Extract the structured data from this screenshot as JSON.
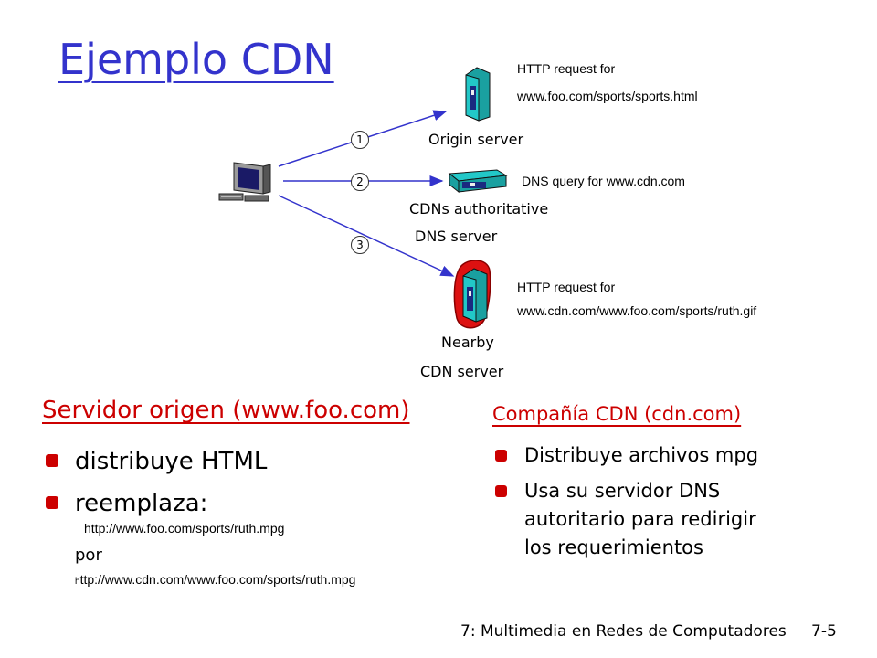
{
  "title": "Ejemplo CDN",
  "diagram": {
    "steps": [
      {
        "num": "1",
        "request_label": "HTTP request for",
        "request_value": "www.foo.com/sports/sports.html",
        "node_label": "Origin server"
      },
      {
        "num": "2",
        "request_label": "DNS query for www.cdn.com",
        "node_label_1": "CDNs authoritative",
        "node_label_2": "DNS server"
      },
      {
        "num": "3",
        "request_label": "HTTP request for",
        "request_value": "www.cdn.com/www.foo.com/sports/ruth.gif",
        "node_label_1": "Nearby",
        "node_label_2": "CDN server"
      }
    ],
    "client_icon": "desktop-computer-icon",
    "server_icon": "tower-server-icon",
    "dns_icon": "rack-server-icon",
    "accent_color": "#3333cc",
    "highlight_color": "#dd1111"
  },
  "left_section": {
    "heading": "Servidor origen (www.foo.com)",
    "bullets": [
      "distribuye HTML",
      "reemplaza:"
    ],
    "url_original": "http://www.foo.com/sports/ruth.mpg",
    "por": "por",
    "url_h": "h",
    "url_replacement": "ttp://www.cdn.com/www.foo.com/sports/ruth.mpg"
  },
  "right_section": {
    "heading": "Compañía CDN (cdn.com)",
    "bullet_1": "Distribuye archivos mpg",
    "bullet_2_lines": [
      "Usa su servidor DNS",
      "autoritario para redirigir",
      "los requerimientos"
    ]
  },
  "footer": {
    "text": "7: Multimedia en Redes de Computadores",
    "page": "7-5"
  },
  "colors": {
    "title": "#3333cc",
    "red": "#cc0000",
    "bullet": "#cc0000"
  }
}
